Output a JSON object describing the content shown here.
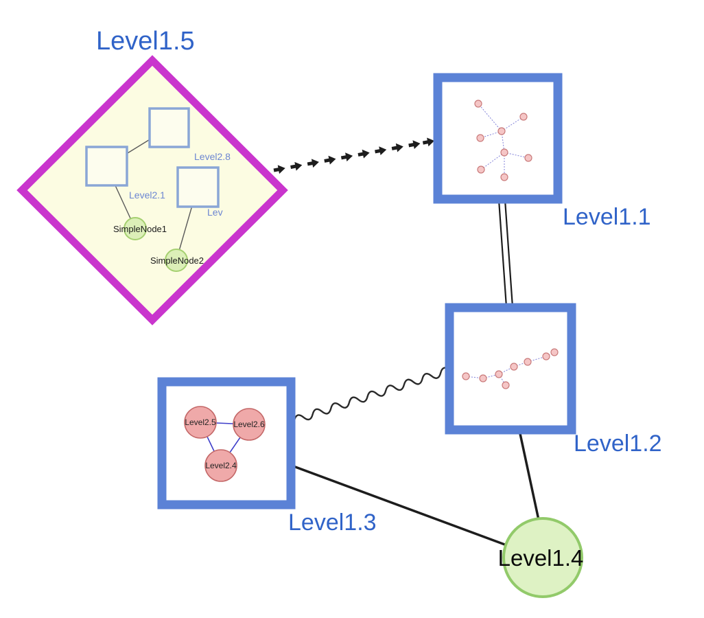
{
  "nodes": {
    "level1_1": {
      "label": "Level1.1",
      "shape": "square-group"
    },
    "level1_2": {
      "label": "Level1.2",
      "shape": "square-group"
    },
    "level1_3": {
      "label": "Level1.3",
      "shape": "square-group"
    },
    "level1_4": {
      "label": "Level1.4",
      "shape": "circle"
    },
    "level1_5": {
      "label": "Level1.5",
      "shape": "diamond-group"
    }
  },
  "inner": {
    "level1_5": {
      "level2_8": {
        "label": "Level2.8"
      },
      "level2_1": {
        "label": "Level2.1"
      },
      "level2_trunc": {
        "label": "Lev"
      },
      "simple_node_1": {
        "label": "SimpleNode1"
      },
      "simple_node_2": {
        "label": "SimpleNode2"
      }
    },
    "level1_3": {
      "level2_5": {
        "label": "Level2.5"
      },
      "level2_6": {
        "label": "Level2.6"
      },
      "level2_4": {
        "label": "Level2.4"
      }
    }
  },
  "edges": [
    {
      "from": "Level1.5",
      "to": "Level1.1",
      "style": "bold-dashed-arrows"
    },
    {
      "from": "Level1.1",
      "to": "Level1.2",
      "style": "double-line"
    },
    {
      "from": "Level1.3",
      "to": "Level1.2",
      "style": "wavy-line"
    },
    {
      "from": "Level1.3",
      "to": "Level1.4",
      "style": "solid-line"
    },
    {
      "from": "Level1.2",
      "to": "Level1.4",
      "style": "solid-line"
    }
  ],
  "inner_edges": {
    "level1_5": [
      {
        "from": "Level2.8",
        "to": "Level2.1"
      },
      {
        "from": "Level2.1",
        "to": "SimpleNode1"
      },
      {
        "from": "Lev",
        "to": "SimpleNode2"
      }
    ],
    "level1_3": [
      {
        "from": "Level2.5",
        "to": "Level2.6"
      },
      {
        "from": "Level2.5",
        "to": "Level2.4"
      },
      {
        "from": "Level2.6",
        "to": "Level2.4"
      }
    ]
  },
  "colors": {
    "label_blue": "#3063c8",
    "diamond_border": "#c935cd",
    "diamond_fill": "#fcfce2",
    "group_border": "#5b82d6",
    "green_node_fill": "#def2c4",
    "green_node_border": "#92ca6a",
    "simple_node_fill": "#dcefb8",
    "simple_node_border": "#a5d070",
    "pink_node_fill": "#efa9a9",
    "pink_node_border": "#c46868",
    "mini_node_fill": "#f5c6c6",
    "mini_node_border": "#c97a7a",
    "mini_edge_blue": "#8080d8",
    "inner_label_blue": "#6c86d2",
    "edge_black": "#1d1d1d"
  }
}
